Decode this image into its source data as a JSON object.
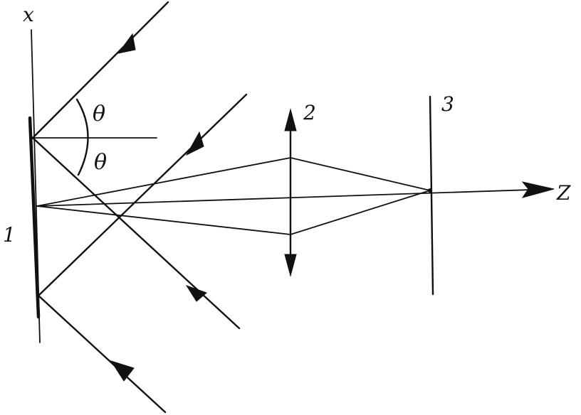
{
  "labels": {
    "x_axis": "x",
    "z_axis": "Z",
    "theta_upper": "θ",
    "theta_lower": "θ",
    "element_1": "1",
    "element_2": "2",
    "element_3": "3"
  },
  "colors": {
    "ink": "#111111",
    "paper": "#ffffff"
  }
}
